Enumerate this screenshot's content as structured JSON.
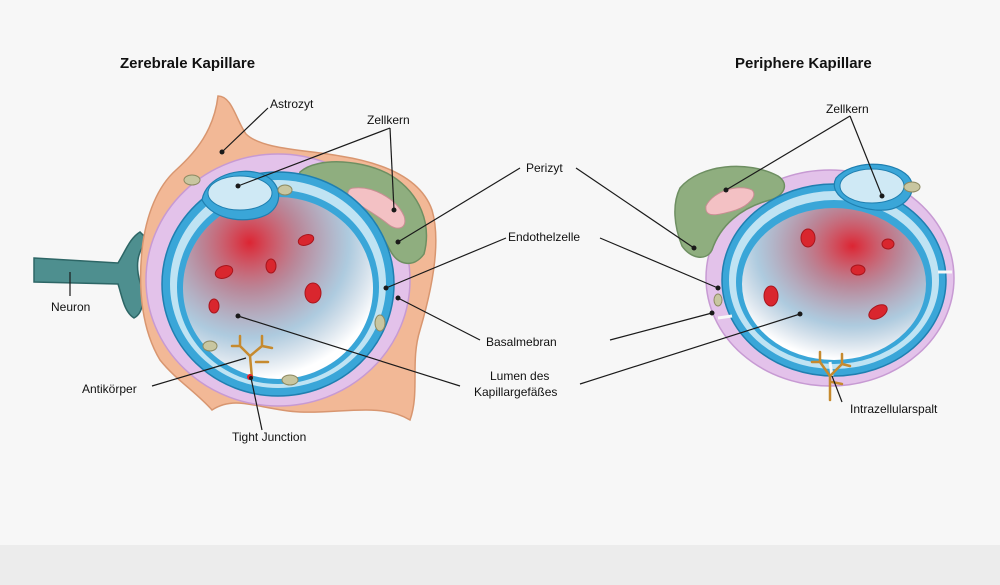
{
  "titles": {
    "left": "Zerebrale Kapillare",
    "right": "Periphere Kapillare"
  },
  "labels": {
    "astrozyt": "Astrozyt",
    "zellkern_left": "Zellkern",
    "zellkern_right": "Zellkern",
    "perizyt": "Perizyt",
    "endothelzelle": "Endothelzelle",
    "basalmembran": "Basalmebran",
    "lumen_line1": "Lumen des",
    "lumen_line2": "Kapillargefäßes",
    "neuron": "Neuron",
    "antikoerper": "Antikörper",
    "tight_junction": "Tight Junction",
    "intrazellularspalt": "Intrazellularspalt"
  },
  "colors": {
    "astrocyte": "#f2b896",
    "neuron": "#4e8f8f",
    "pericyte": "#8fae7f",
    "basal_membrane": "#d9b3e0",
    "endothelium": "#3aa6d8",
    "endothelium_light": "#bfe3f3",
    "lumen_red": "#e51e2a",
    "blood_cell": "#d9262e",
    "antibody": "#c68a2e"
  }
}
